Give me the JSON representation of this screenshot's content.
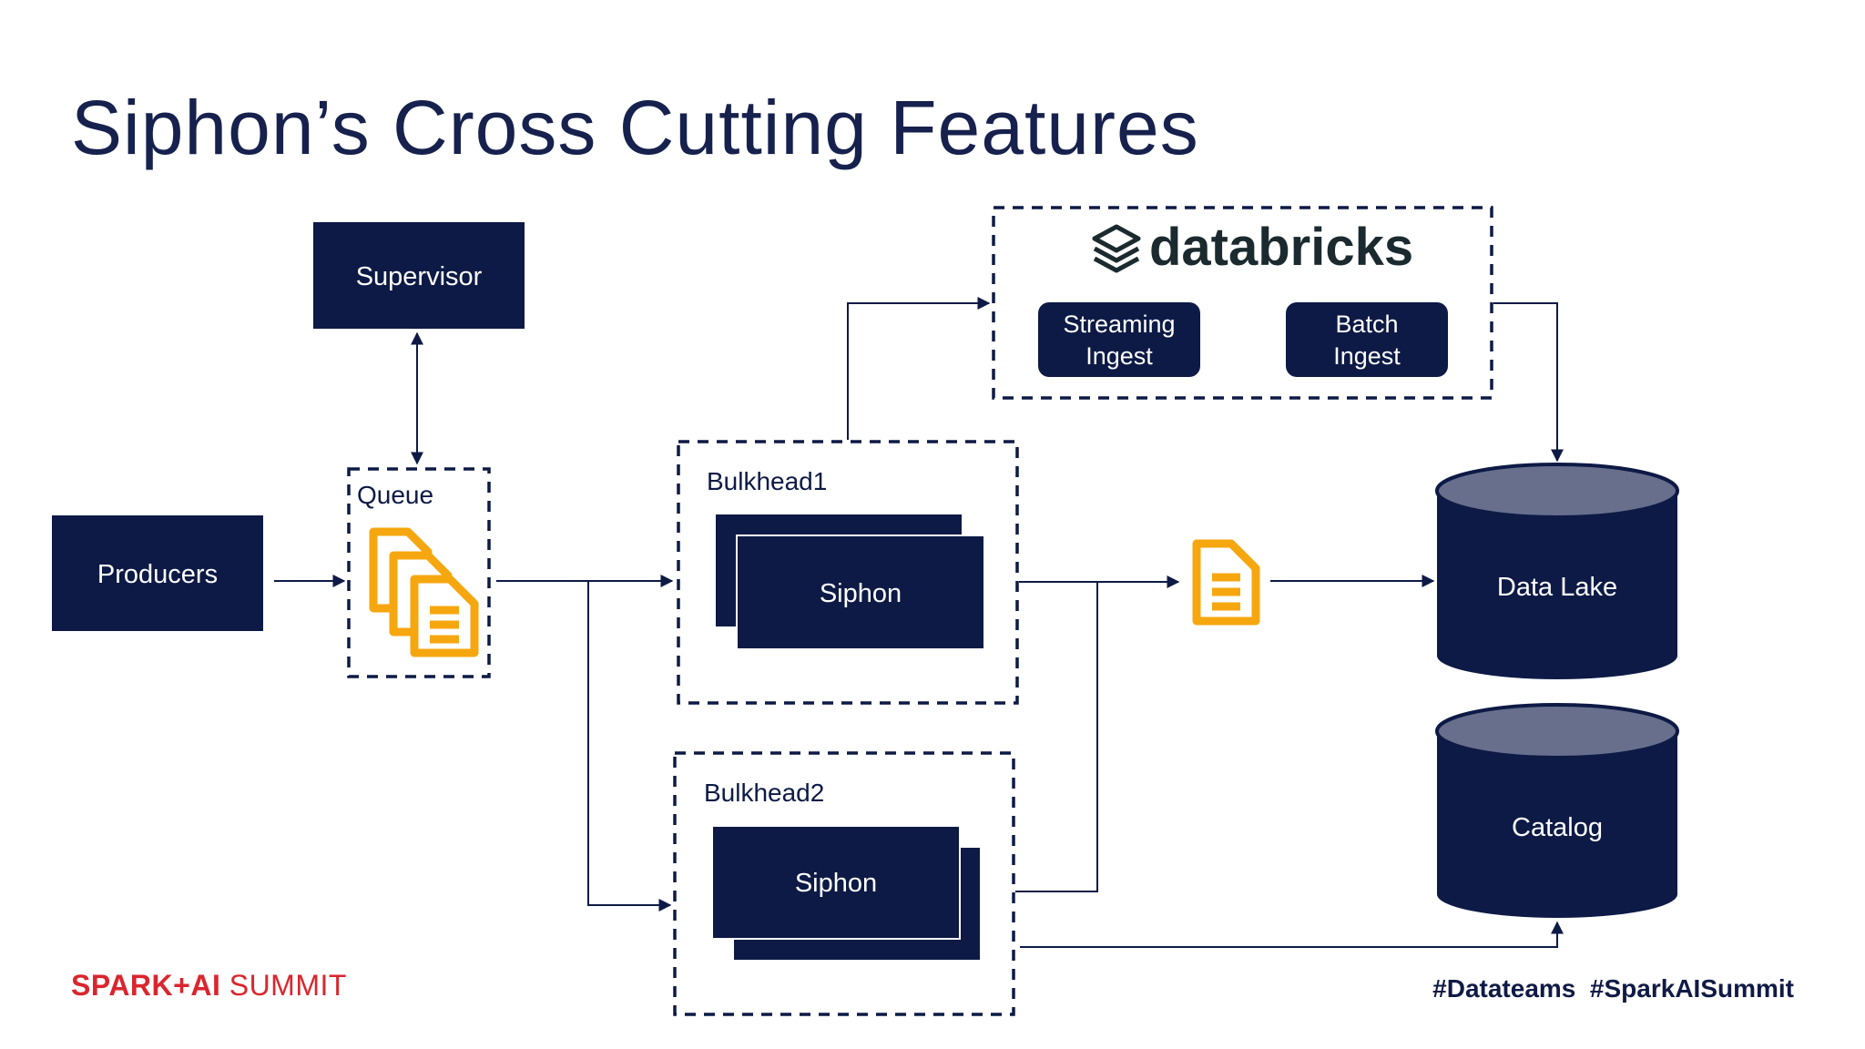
{
  "slide": {
    "title": "Siphon’s Cross Cutting Features"
  },
  "nodes": {
    "supervisor": "Supervisor",
    "producers": "Producers",
    "queue": "Queue",
    "bulkhead1": "Bulkhead1",
    "bulkhead2": "Bulkhead2",
    "siphon1": "Siphon",
    "siphon2": "Siphon",
    "databricks_logo": "databricks",
    "streaming_ingest_line1": "Streaming",
    "streaming_ingest_line2": "Ingest",
    "batch_ingest_line1": "Batch",
    "batch_ingest_line2": "Ingest",
    "data_lake": "Data Lake",
    "catalog": "Catalog"
  },
  "footer": {
    "brand_spark": "SPARK+AI",
    "brand_summit": "SUMMIT",
    "hashtags": "#Datateams  #SparkAISummit"
  },
  "colors": {
    "navy": "#0d1a45",
    "cylinder_top": "#676f8c",
    "icon_orange": "#f6a70f",
    "brand_red": "#d9262e"
  },
  "icons": [
    "documents-stack-icon",
    "document-icon",
    "databricks-logo-icon"
  ]
}
